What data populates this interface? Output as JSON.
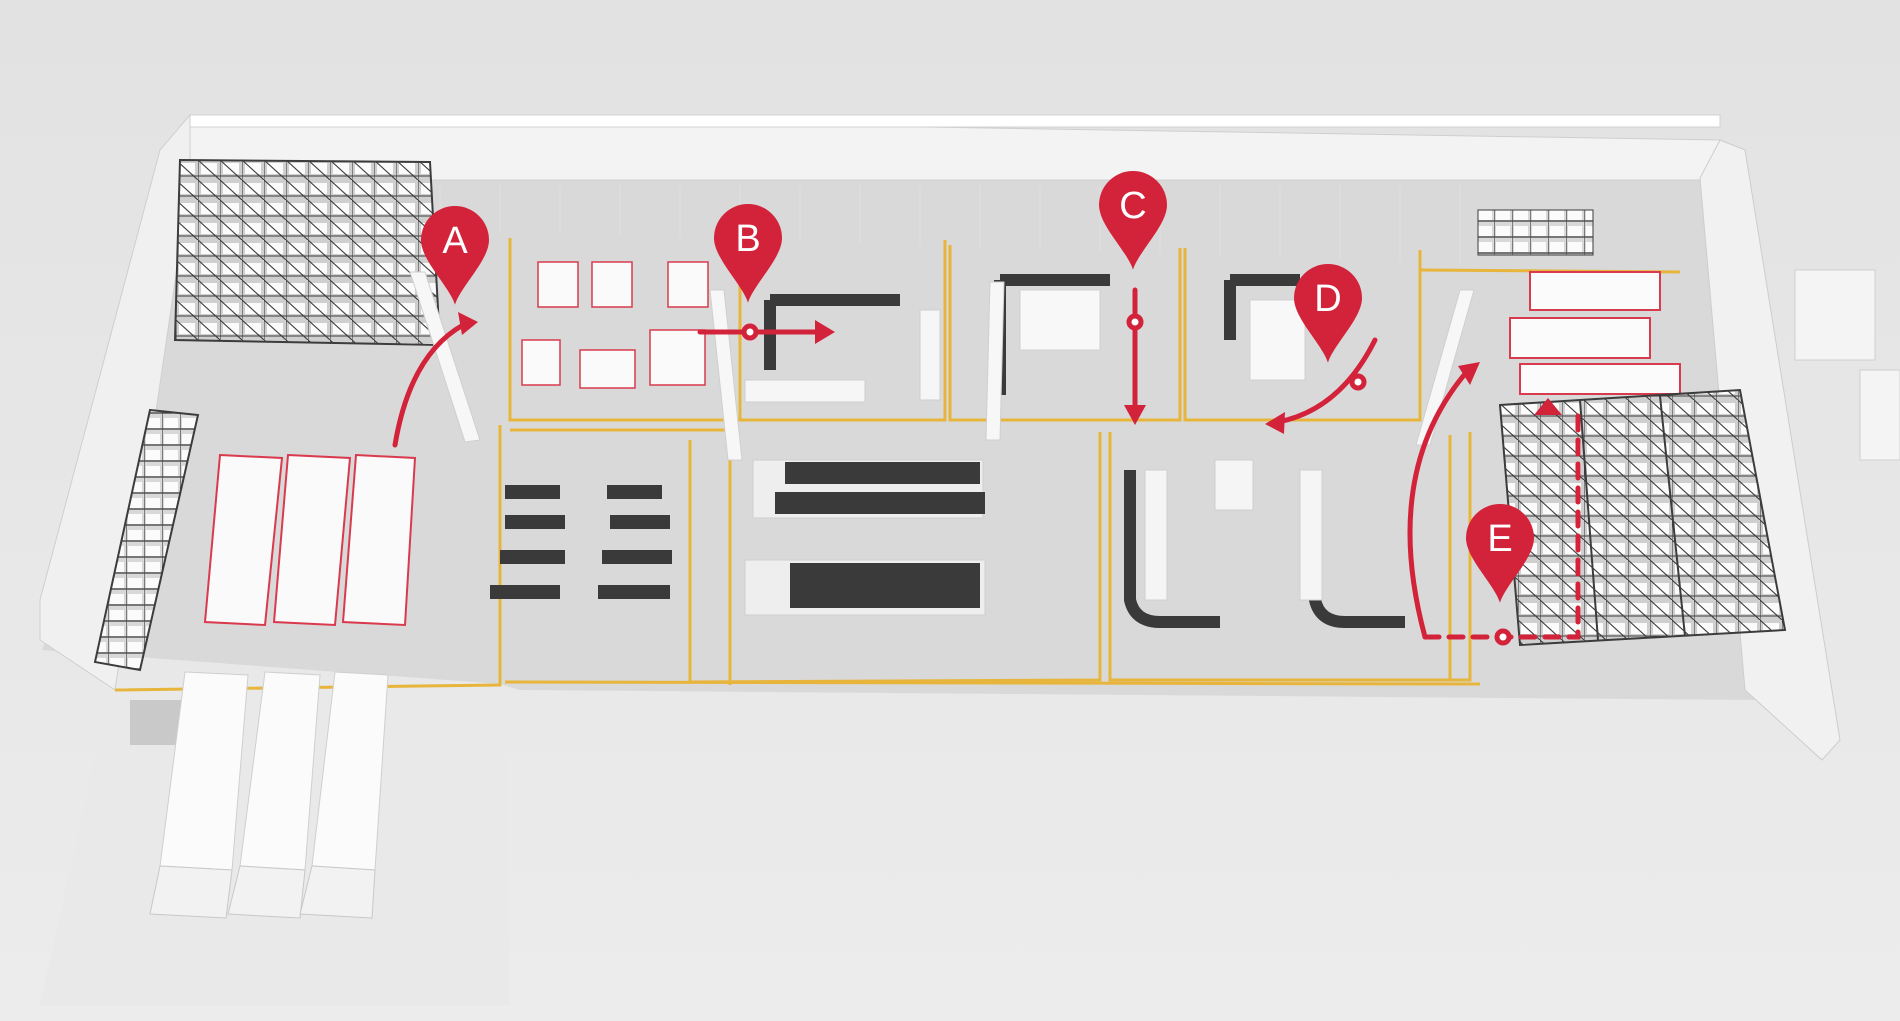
{
  "colors": {
    "accent_red": "#d3233a",
    "zone_line": "#e8b53c",
    "floor": "#dadada",
    "wall": "#f4f4f4",
    "conveyor": "#3a3a3a",
    "rack": "#3c3c3c",
    "goods": "#fbfbfb"
  },
  "markers": [
    {
      "id": "A",
      "letter": "A",
      "icon": "map-pin-icon"
    },
    {
      "id": "B",
      "letter": "B",
      "icon": "map-pin-icon"
    },
    {
      "id": "C",
      "letter": "C",
      "icon": "map-pin-icon"
    },
    {
      "id": "D",
      "letter": "D",
      "icon": "map-pin-icon"
    },
    {
      "id": "E",
      "letter": "E",
      "icon": "map-pin-icon"
    }
  ],
  "zones": [
    {
      "id": "receiving",
      "icon": "truck-icon"
    },
    {
      "id": "bulk-storage",
      "icon": "pallet-icon"
    },
    {
      "id": "staging",
      "icon": "box-icon"
    },
    {
      "id": "picking",
      "icon": "conveyor-icon"
    },
    {
      "id": "packing",
      "icon": "workstation-icon"
    },
    {
      "id": "sorting",
      "icon": "conveyor-icon"
    },
    {
      "id": "shipping",
      "icon": "rack-icon"
    }
  ]
}
